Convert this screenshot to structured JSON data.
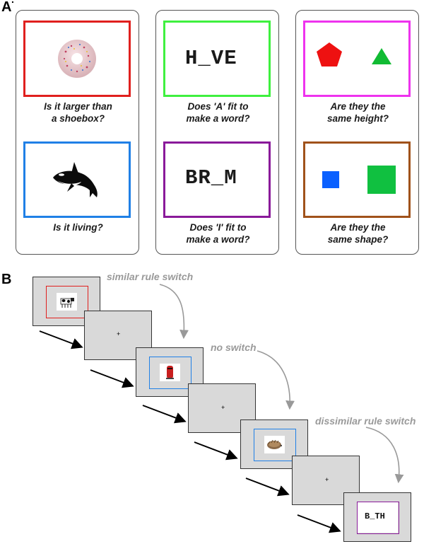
{
  "panels": {
    "a_label": "A",
    "b_label": "B"
  },
  "cards": [
    {
      "top_question": [
        "Is it larger than",
        "a shoebox?"
      ],
      "bottom_question": [
        "Is it living?"
      ]
    },
    {
      "top_word": "H_VE",
      "top_question": [
        "Does 'A' fit to",
        "make a word?"
      ],
      "bottom_word": "BR_M",
      "bottom_question": [
        "Does 'I' fit to",
        "make a word?"
      ]
    },
    {
      "top_question": [
        "Are they the",
        "same height?"
      ],
      "bottom_question": [
        "Are they the",
        "same shape?"
      ]
    }
  ],
  "colors": {
    "red": "#e0201e",
    "green": "#3ff03f",
    "blue": "#2080e6",
    "purple": "#8a1a9a",
    "magenta": "#ee33ee",
    "brown": "#a0521b",
    "shape_red": "#ee1111",
    "shape_green": "#11bb33",
    "shape_blue": "#0a60ff",
    "shape_green2": "#10c040"
  },
  "sequence": {
    "annotations": [
      "similar rule switch",
      "no switch",
      "dissimilar rule switch"
    ],
    "fixation": "+",
    "final_word": "B_TH"
  }
}
